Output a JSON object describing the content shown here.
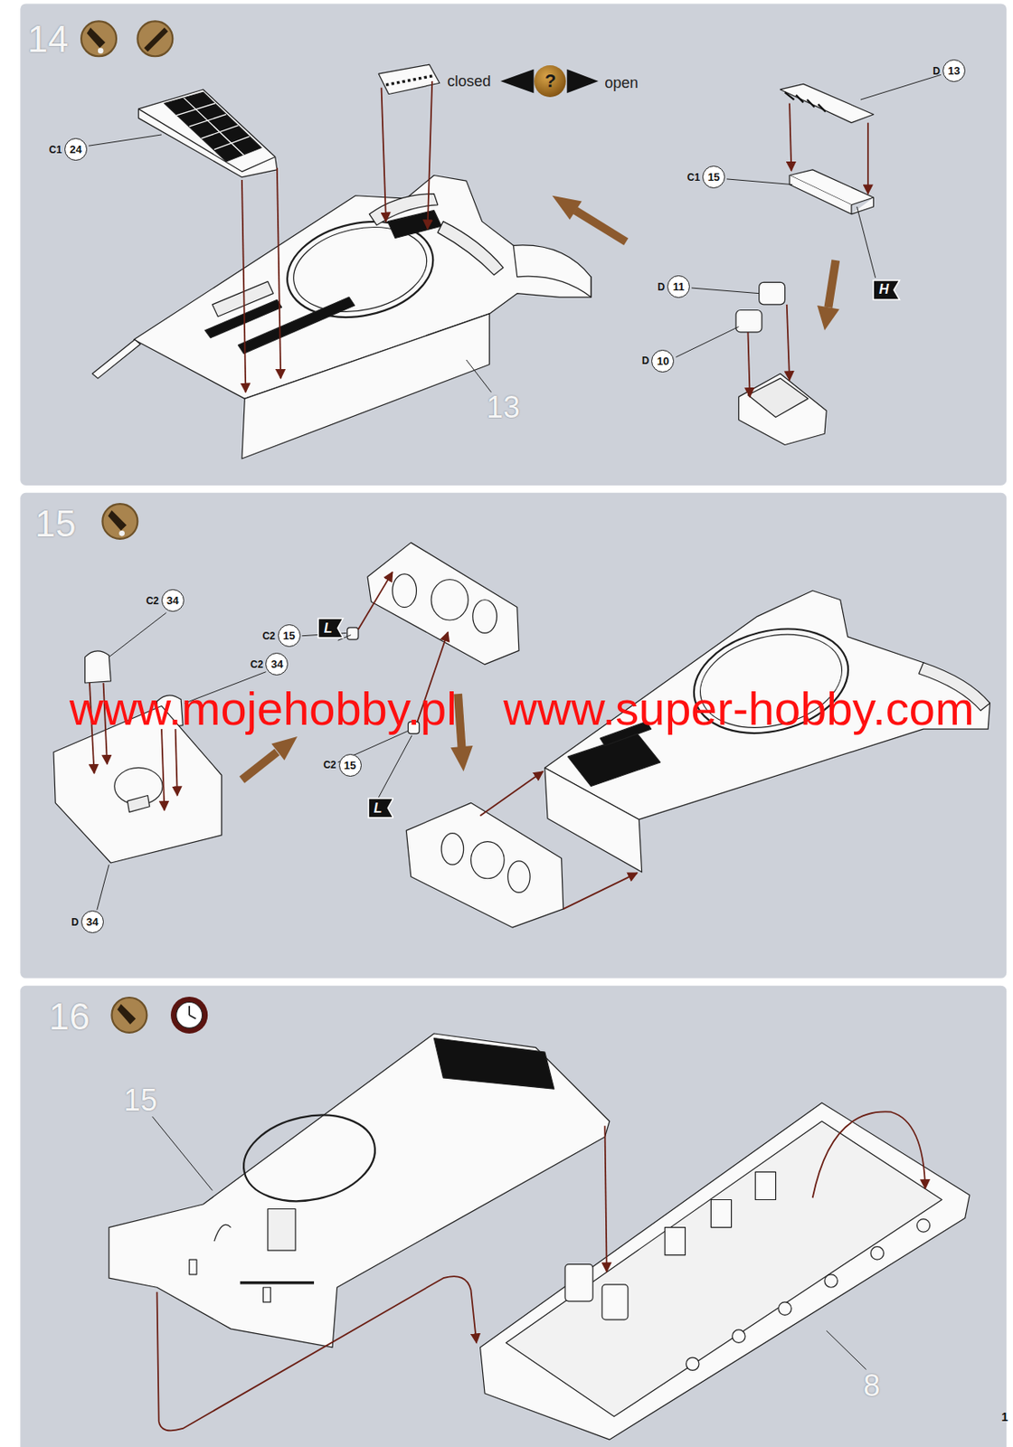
{
  "diagram": {
    "nodes": [
      {
        "text": [
          "C1",
          "24"
        ]
      },
      {
        "text": [
          "?"
        ]
      },
      {
        "text": [
          "D",
          "13"
        ]
      },
      {
        "text": [
          "C1",
          "15"
        ]
      },
      {
        "text": [
          "H"
        ]
      },
      {
        "text": [
          "D",
          "11"
        ]
      },
      {
        "text": [
          "D",
          "10"
        ]
      },
      {
        "text": [
          "C2",
          "34"
        ]
      },
      {
        "text": [
          "L"
        ]
      },
      {
        "text": [
          "C2",
          "15"
        ]
      },
      {
        "text": [
          "C2",
          "34"
        ]
      },
      {
        "text": [
          "C2",
          "15"
        ]
      },
      {
        "text": [
          "L"
        ]
      },
      {
        "text": [
          "D",
          "34"
        ]
      }
    ],
    "labels": [
      "14",
      "closed",
      "open",
      "13",
      "15",
      "www.mojehobby.pl",
      "www.super-hobby.com",
      "16",
      "15",
      "8",
      "1"
    ]
  }
}
